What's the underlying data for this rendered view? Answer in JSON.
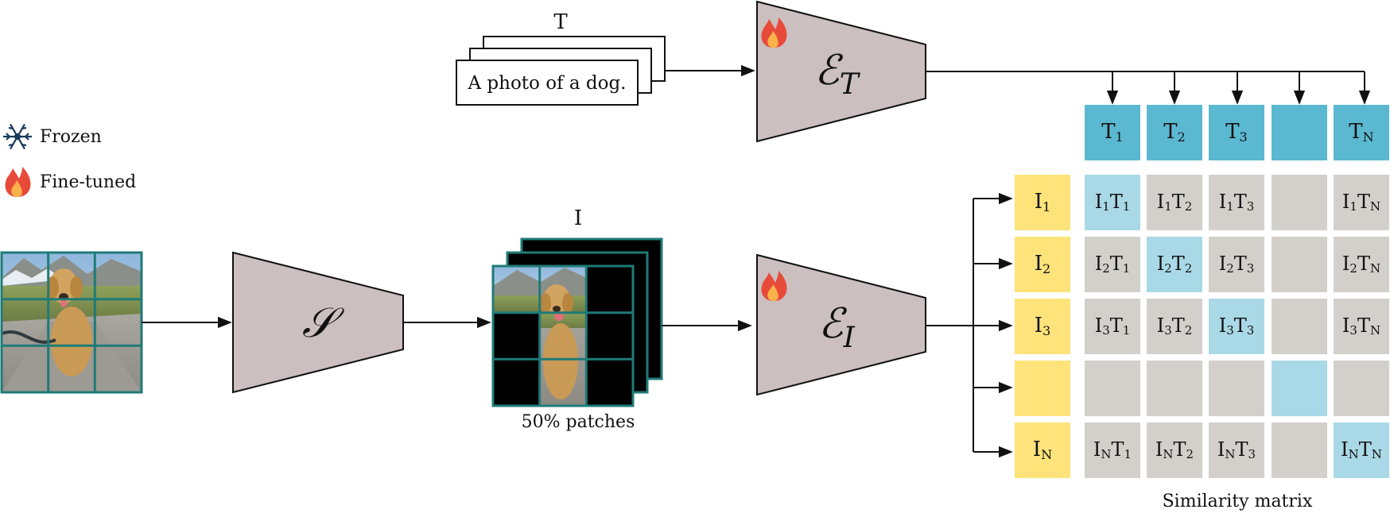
{
  "legend": {
    "frozen_label": "Frozen",
    "finetuned_label": "Fine-tuned",
    "frozen_icon": "snowflake-icon",
    "finetuned_icon": "flame-icon"
  },
  "text_stack": {
    "label": "T",
    "caption": "A photo of a dog."
  },
  "image_stack": {
    "label": "I",
    "caption": "50% patches"
  },
  "encoders": {
    "text": {
      "main": "ℰ",
      "sub": "T"
    },
    "image": {
      "main": "ℰ",
      "sub": "I"
    },
    "sampler": {
      "main": "𝒮"
    }
  },
  "similarity": {
    "title": "Similarity matrix",
    "text_headers": [
      {
        "main": "T",
        "sub": "1"
      },
      {
        "main": "T",
        "sub": "2"
      },
      {
        "main": "T",
        "sub": "3"
      },
      {
        "main": "",
        "sub": ""
      },
      {
        "main": "T",
        "sub": "N"
      }
    ],
    "image_headers": [
      {
        "main": "I",
        "sub": "1"
      },
      {
        "main": "I",
        "sub": "2"
      },
      {
        "main": "I",
        "sub": "3"
      },
      {
        "main": "",
        "sub": ""
      },
      {
        "main": "I",
        "sub": "N"
      }
    ],
    "cells": [
      [
        [
          "I",
          "1",
          "T",
          "1"
        ],
        [
          "I",
          "1",
          "T",
          "2"
        ],
        [
          "I",
          "1",
          "T",
          "3"
        ],
        null,
        [
          "I",
          "1",
          "T",
          "N"
        ]
      ],
      [
        [
          "I",
          "2",
          "T",
          "1"
        ],
        [
          "I",
          "2",
          "T",
          "2"
        ],
        [
          "I",
          "2",
          "T",
          "3"
        ],
        null,
        [
          "I",
          "2",
          "T",
          "N"
        ]
      ],
      [
        [
          "I",
          "3",
          "T",
          "1"
        ],
        [
          "I",
          "3",
          "T",
          "2"
        ],
        [
          "I",
          "3",
          "T",
          "3"
        ],
        null,
        [
          "I",
          "3",
          "T",
          "N"
        ]
      ],
      [
        null,
        null,
        null,
        null,
        null
      ],
      [
        [
          "I",
          "N",
          "T",
          "1"
        ],
        [
          "I",
          "N",
          "T",
          "2"
        ],
        [
          "I",
          "N",
          "T",
          "3"
        ],
        null,
        [
          "I",
          "N",
          "T",
          "N"
        ]
      ]
    ]
  },
  "colors": {
    "encoder_fill": "#cbbfbf",
    "text_header": "#5bb8d1",
    "image_header": "#fde37a",
    "cell_gray": "#d3d0cb",
    "cell_diag": "#a9d8e6",
    "patch_border": "#1f7b78",
    "masked_patch": "#000000"
  }
}
